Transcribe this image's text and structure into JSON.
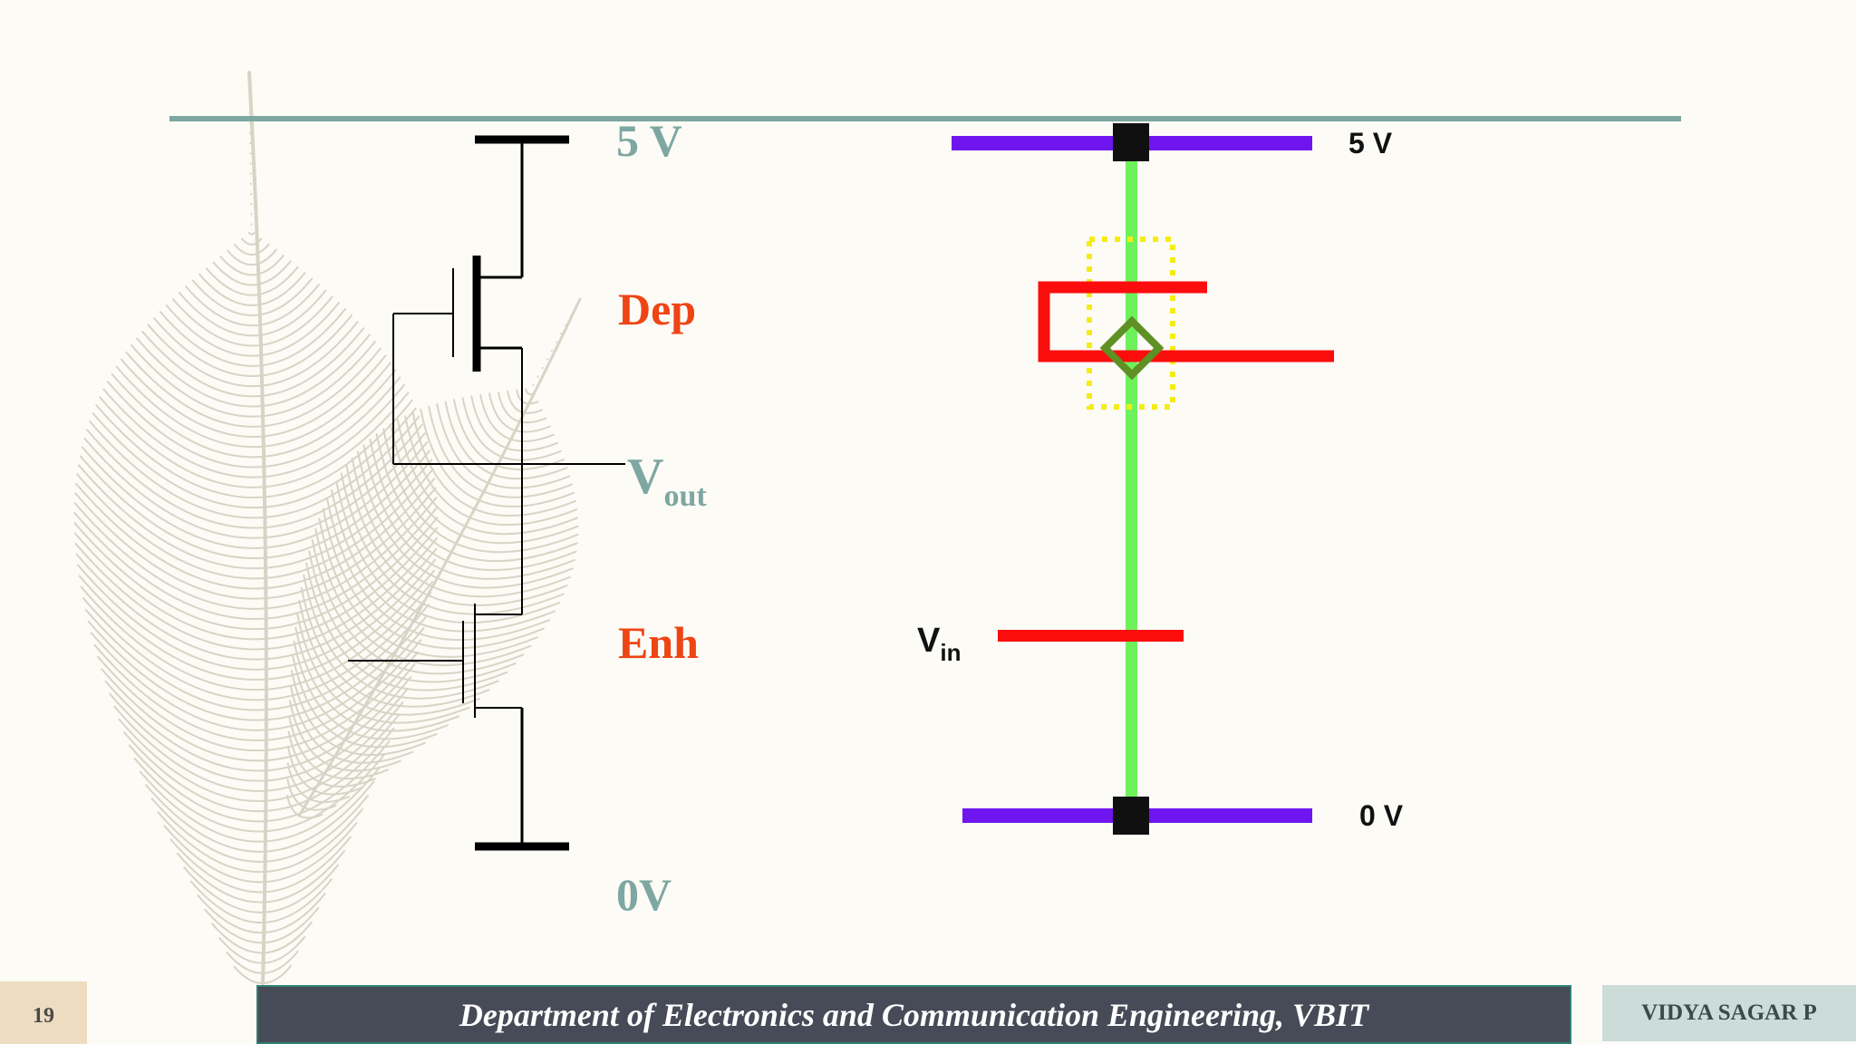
{
  "schematic": {
    "supply_label": "5 V",
    "dep_label": "Dep",
    "vout_main": "V",
    "vout_sub": "out",
    "enh_label": "Enh",
    "ground_label": "0V"
  },
  "layout": {
    "supply_label": "5 V",
    "ground_label": "0 V",
    "vin_main": "V",
    "vin_sub": "in"
  },
  "footer": {
    "slide_number": "19",
    "department": "Department of Electronics and Communication  Engineering, VBIT",
    "author": "VIDYA SAGAR P"
  },
  "colors": {
    "background": "#fcfbf6",
    "header_rule": "#7ea7a1",
    "label_teal": "#7ea7a1",
    "label_orange": "#ee4514",
    "metal": "#6f16f0",
    "diffusion": "#6ef25c",
    "poly": "#fb0d0d",
    "implant": "#f5ec14",
    "contact": "#101010",
    "buried_contact": "#5e9024",
    "feather": "#d8d4c5"
  }
}
